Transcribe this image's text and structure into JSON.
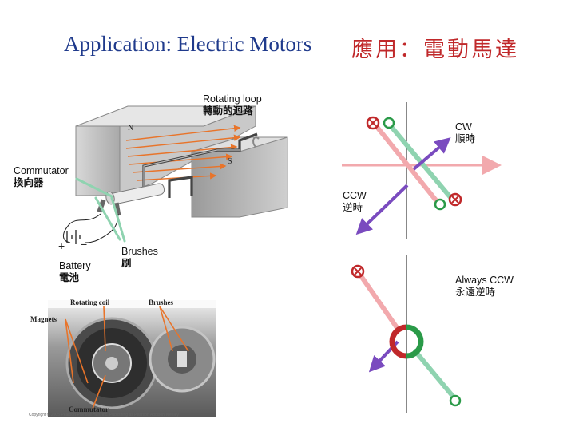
{
  "title": {
    "en": "Application:  Electric Motors",
    "zh": "應用：電動馬達"
  },
  "labels": {
    "rotating_loop": {
      "en": "Rotating loop",
      "zh": "轉動的迴路"
    },
    "commutator": {
      "en": "Commutator",
      "zh": "換向器"
    },
    "brushes": {
      "en": "Brushes",
      "zh": "刷"
    },
    "battery": {
      "en": "Battery",
      "zh": "電池"
    },
    "cw": {
      "en": "CW",
      "zh": "順時"
    },
    "ccw": {
      "en": "CCW",
      "zh": "逆時"
    },
    "always_ccw": {
      "en": "Always CCW",
      "zh": "永遠逆時"
    }
  },
  "magnet": {
    "north": "N",
    "south": "S"
  },
  "battery_signs": {
    "plus": "+",
    "minus": "−"
  },
  "photo_labels": {
    "rotating_coil": "Rotating coil",
    "brushes": "Brushes",
    "magnets": "Magnets",
    "commutator": "Commutator"
  },
  "copyright": "Copyright © 2005 Pearson Prentice Hall, Inc. Publishing as Pearson Addison-Wesley",
  "colors": {
    "title_en": "#1f3a8c",
    "title_zh": "#c0282a",
    "arrow_pink": "#f2a9ad",
    "wire_green": "#8fd3b0",
    "force_purple": "#7a4bbf",
    "current_in_red": "#c0282a",
    "current_out_green": "#2a9a48"
  }
}
